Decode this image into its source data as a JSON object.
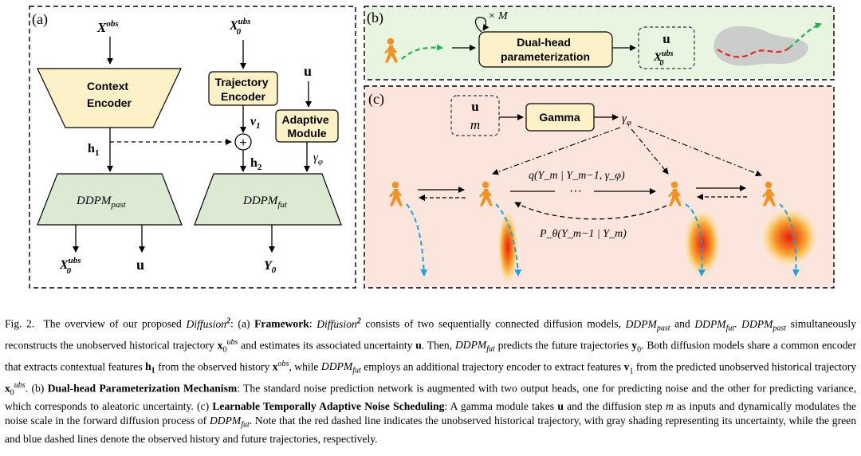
{
  "panel_a": {
    "label": "(a)",
    "x_obs": {
      "base": "X",
      "sup": "obs"
    },
    "x0_ubs_top": {
      "base": "X",
      "sub": "0",
      "sup": "ubs"
    },
    "u_top": "u",
    "context_encoder": [
      "Context",
      "Encoder"
    ],
    "trajectory_encoder": [
      "Trajectory",
      "Encoder"
    ],
    "adaptive_module": [
      "Adaptive",
      "Module"
    ],
    "v1": {
      "base": "v",
      "sub": "1"
    },
    "gamma_phi": {
      "base": "γ",
      "sub": "φ"
    },
    "plus": "+",
    "h1": {
      "base": "h",
      "sub": "1"
    },
    "h2": {
      "base": "h",
      "sub": "2"
    },
    "ddpm_past": {
      "base": "DDPM",
      "sub": "past"
    },
    "ddpm_fut": {
      "base": "DDPM",
      "sub": "fut"
    },
    "out_x0": {
      "base": "X",
      "sub": "0",
      "sup": "ubs"
    },
    "out_u": "u",
    "out_y0": {
      "base": "Y",
      "sub": "0"
    }
  },
  "panel_b": {
    "label": "(b)",
    "times_m": "× M",
    "dual_head": [
      "Dual-head",
      "parameterization"
    ],
    "out_u": "u",
    "out_x0": {
      "base": "X",
      "sub": "0",
      "sup": "ubs"
    }
  },
  "panel_c": {
    "label": "(c)",
    "in_u": "u",
    "in_m": "m",
    "gamma_box": "Gamma",
    "gamma_phi": {
      "base": "γ",
      "sub": "φ"
    },
    "forward_eq": "q(Y_m | Y_m−1, γ_φ)",
    "dots": "···",
    "reverse_eq": "P_θ(Y_m−1 | Y_m)"
  },
  "caption": {
    "fig_label": "Fig. 2.",
    "intro": "The overview of our proposed",
    "method_name": "Diffusion",
    "method_sup": "2",
    "a_label": "(a)",
    "a_title": "Framework",
    "text_a1": "consists of two sequentially connected diffusion models,",
    "ddpm_past": "DDPM",
    "past": "past",
    "and": "and",
    "ddpm_fut": "DDPM",
    "fut": "fut",
    "text_a2": "simultaneously reconstructs the unobserved historical trajectory",
    "text_a3": "and estimates its associated uncertainty",
    "text_a4": ". Then,",
    "text_a5": "predicts the future trajectories",
    "text_a6": ". Both diffusion models share a common encoder that extracts contextual features",
    "text_a7": "from the observed history",
    "text_a8": ", while",
    "text_a9": "employs an additional trajectory encoder to extract features",
    "text_a10": "from the predicted unobserved historical trajectory",
    "b_label": "(b)",
    "b_title": "Dual-head Parameterization Mechanism",
    "text_b": ": The standard noise prediction network is augmented with two output heads, one for predicting noise and the other for predicting variance, which corresponds to aleatoric uncertainty.",
    "c_label": "(c)",
    "c_title": "Learnable Temporally Adaptive Noise Scheduling",
    "text_c1": ": A gamma module takes",
    "text_c2": "and the diffusion step",
    "text_c3": "as inputs and dynamically modulates the noise scale in the forward diffusion process of",
    "text_c4": ". Note that the red dashed line indicates the unobserved historical trajectory, with gray shading representing its uncertainty, while the green and blue dashed lines denote the observed history and future trajectories, respectively."
  },
  "colors": {
    "encoder_fill": "#fdf1c7",
    "ddpm_fill": "#dce9d3",
    "panel_b_bg": "#e8f5e0",
    "panel_c_bg": "#fbe5dd",
    "person": "#f39220",
    "green_path": "#22b14c",
    "blue_path": "#1aa3de",
    "red_path": "#e8262a"
  }
}
